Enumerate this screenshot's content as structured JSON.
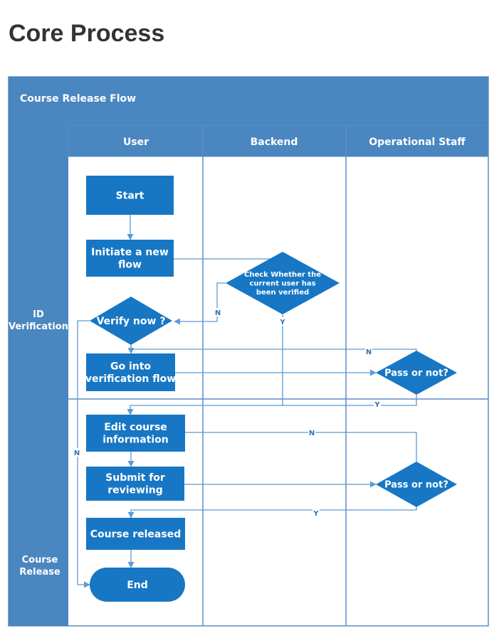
{
  "page": {
    "title": "Core Process"
  },
  "diagram": {
    "flow_title": "Course Release Flow",
    "columns": [
      "User",
      "Backend",
      "Operational Staff"
    ],
    "phases": [
      {
        "id": "phase-id-verification",
        "lines": [
          "ID",
          "Verification"
        ]
      },
      {
        "id": "phase-course-release",
        "lines": [
          "Course",
          "Release"
        ]
      }
    ],
    "nodes": [
      {
        "id": "start",
        "shape": "rect",
        "lines": [
          "Start"
        ]
      },
      {
        "id": "initiate-new-flow",
        "shape": "rect",
        "lines": [
          "Initiate a new",
          "flow"
        ]
      },
      {
        "id": "check-verified",
        "shape": "diamond",
        "lines": [
          "Check Whether the",
          "current user has",
          "been verified"
        ]
      },
      {
        "id": "verify-now",
        "shape": "diamond",
        "lines": [
          "Verify now ?"
        ]
      },
      {
        "id": "go-into-verification",
        "shape": "rect",
        "lines": [
          "Go into",
          "verification flow"
        ]
      },
      {
        "id": "pass-or-not-1",
        "shape": "diamond",
        "lines": [
          "Pass or not?"
        ]
      },
      {
        "id": "edit-course",
        "shape": "rect",
        "lines": [
          "Edit course",
          "information"
        ]
      },
      {
        "id": "submit-reviewing",
        "shape": "rect",
        "lines": [
          "Submit for",
          "reviewing"
        ]
      },
      {
        "id": "pass-or-not-2",
        "shape": "diamond",
        "lines": [
          "Pass or not?"
        ]
      },
      {
        "id": "course-released",
        "shape": "rect",
        "lines": [
          "Course released"
        ]
      },
      {
        "id": "end",
        "shape": "terminal",
        "lines": [
          "End"
        ]
      }
    ],
    "edges": [
      {
        "id": "edge-start-initiate",
        "label": ""
      },
      {
        "id": "edge-initiate-check",
        "label": ""
      },
      {
        "id": "edge-check-verify-n",
        "label": "N"
      },
      {
        "id": "edge-check-edit-y",
        "label": "Y"
      },
      {
        "id": "edge-verify-go",
        "label": ""
      },
      {
        "id": "edge-verify-end-n",
        "label": "N"
      },
      {
        "id": "edge-go-pass1",
        "label": ""
      },
      {
        "id": "edge-pass1-go-n",
        "label": "N"
      },
      {
        "id": "edge-pass1-edit-y",
        "label": "Y"
      },
      {
        "id": "edge-edit-submit",
        "label": ""
      },
      {
        "id": "edge-submit-pass2",
        "label": ""
      },
      {
        "id": "edge-pass2-edit-n",
        "label": "N"
      },
      {
        "id": "edge-pass2-released-y",
        "label": "Y"
      },
      {
        "id": "edge-released-end",
        "label": ""
      }
    ],
    "colors": {
      "header": "#4a86bf",
      "node": "#1777c4",
      "swimlane_line": "#5b8ec4",
      "connector": "#5b9bd5",
      "text_on_dark": "#ffffff",
      "label": "#2e75b6"
    }
  }
}
